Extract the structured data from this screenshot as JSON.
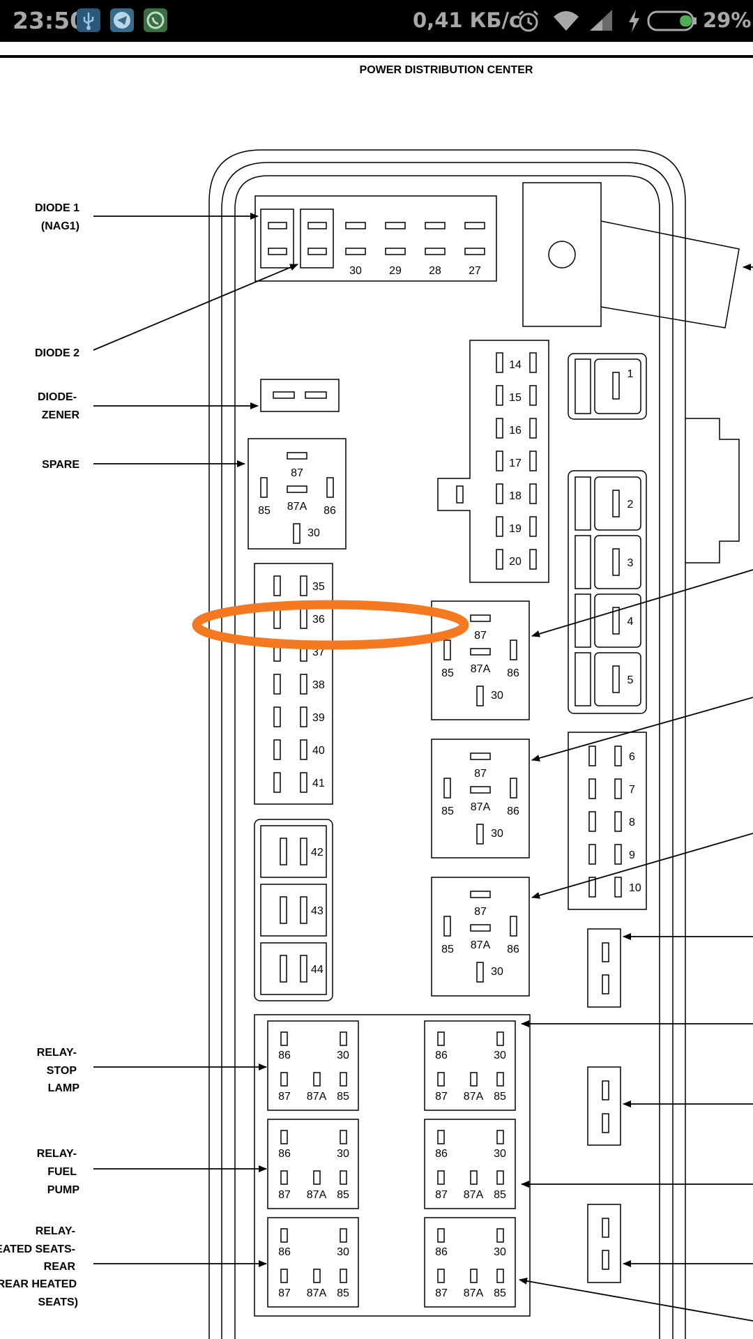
{
  "status_bar": {
    "time": "23:50",
    "net_speed": "0,41 КБ/с",
    "battery_percent": "29%",
    "battery_level": 0.29,
    "icons": [
      "usb-icon",
      "telegram-icon",
      "whatsapp-icon",
      "alarm-icon",
      "wifi-icon",
      "signal-icon",
      "charging-icon",
      "battery-icon"
    ]
  },
  "diagram": {
    "title": "POWER DISTRIBUTION CENTER",
    "labels": {
      "diode1_l1": "DIODE 1",
      "diode1_l2": "(NAG1)",
      "diode2": "DIODE 2",
      "zener_l1": "DIODE-",
      "zener_l2": "ZENER",
      "spare": "SPARE",
      "stop_l1": "RELAY-",
      "stop_l2": "STOP",
      "stop_l3": "LAMP",
      "fuel_l1": "RELAY-",
      "fuel_l2": "FUEL",
      "fuel_l3": "PUMP",
      "heated_l1": "RELAY-",
      "heated_l2": "HEATED SEATS-",
      "heated_l3": "REAR",
      "heated_l4": "(REAR HEATED",
      "heated_l5": "SEATS)"
    },
    "top_fuses": [
      "30",
      "29",
      "28",
      "27"
    ],
    "mid_fuses": [
      "14",
      "15",
      "16",
      "17",
      "18",
      "19",
      "20"
    ],
    "left_fuses": [
      "35",
      "36",
      "37",
      "38",
      "39",
      "40",
      "41"
    ],
    "maxi_left": [
      "42",
      "43",
      "44"
    ],
    "cartridge_fuses": [
      "1",
      "2",
      "3",
      "4",
      "5"
    ],
    "right_fuses": [
      "6",
      "7",
      "8",
      "9",
      "10"
    ],
    "relay_pins": {
      "p87": "87",
      "p87a": "87A",
      "p85": "85",
      "p86": "86",
      "p30": "30"
    },
    "highlight_color": "#f47920"
  }
}
